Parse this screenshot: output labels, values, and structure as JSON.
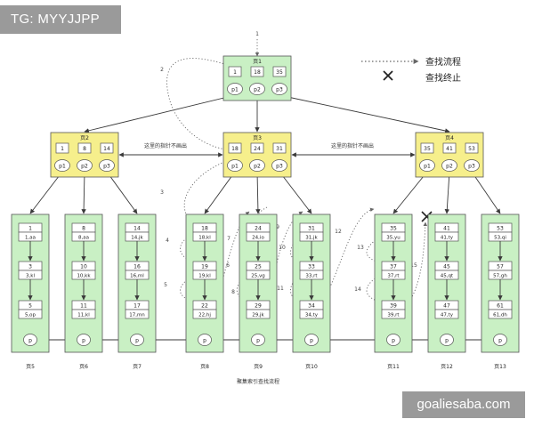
{
  "watermarks": {
    "top_left": "TG: MYYJJPP",
    "bottom_right": "goaliesaba.com"
  },
  "legend": {
    "search_flow": "查找流程",
    "search_stop": "查找终止"
  },
  "caption": "聚集索引查找流程",
  "annotations": {
    "left_pointer_note": "这里的指针不画出",
    "right_pointer_note": "这里的指针不画出"
  },
  "root": {
    "title": "页1",
    "keys": [
      "1",
      "18",
      "35"
    ],
    "pointers": [
      "p1",
      "p2",
      "p3"
    ]
  },
  "internal_pages": [
    {
      "title": "页2",
      "keys": [
        "1",
        "8",
        "14"
      ],
      "pointers": [
        "p1",
        "p2",
        "p3"
      ]
    },
    {
      "title": "页3",
      "keys": [
        "18",
        "24",
        "31"
      ],
      "pointers": [
        "p1",
        "p2",
        "p3"
      ]
    },
    {
      "title": "页4",
      "keys": [
        "35",
        "41",
        "53"
      ],
      "pointers": [
        "p1",
        "p2",
        "p3"
      ]
    }
  ],
  "leaf_pages": [
    {
      "label": "页5",
      "records": [
        [
          "1",
          "1,aa"
        ],
        [
          "3",
          "3,kl"
        ],
        [
          "5",
          "5,op"
        ]
      ],
      "pointer": "p"
    },
    {
      "label": "页6",
      "records": [
        [
          "8",
          "8,aa"
        ],
        [
          "10",
          "10,kk"
        ],
        [
          "11",
          "11,kl"
        ]
      ],
      "pointer": "p"
    },
    {
      "label": "页7",
      "records": [
        [
          "14",
          "14,jk"
        ],
        [
          "16",
          "16,ml"
        ],
        [
          "17",
          "17,mn"
        ]
      ],
      "pointer": "p"
    },
    {
      "label": "页8",
      "records": [
        [
          "18",
          "18,kl"
        ],
        [
          "19",
          "19,kl"
        ],
        [
          "22",
          "22,hj"
        ]
      ],
      "pointer": "p"
    },
    {
      "label": "页9",
      "records": [
        [
          "24",
          "24,io"
        ],
        [
          "25",
          "25,vg"
        ],
        [
          "29",
          "29,jk"
        ]
      ],
      "pointer": "p"
    },
    {
      "label": "页10",
      "records": [
        [
          "31",
          "31,jk"
        ],
        [
          "33",
          "33,rt"
        ],
        [
          "34",
          "34,ty"
        ]
      ],
      "pointer": "p"
    },
    {
      "label": "页11",
      "records": [
        [
          "35",
          "35,yu"
        ],
        [
          "37",
          "37,rt"
        ],
        [
          "39",
          "39,rt"
        ]
      ],
      "pointer": "p"
    },
    {
      "label": "页12",
      "records": [
        [
          "41",
          "41,ty"
        ],
        [
          "45",
          "45,qt"
        ],
        [
          "47",
          "47,ty"
        ]
      ],
      "pointer": "p"
    },
    {
      "label": "页13",
      "records": [
        [
          "53",
          "53,qi"
        ],
        [
          "57",
          "57,gh"
        ],
        [
          "61",
          "61,dh"
        ]
      ],
      "pointer": "p"
    }
  ],
  "flow_steps": [
    "1",
    "2",
    "3",
    "4",
    "5",
    "6",
    "7",
    "8",
    "9",
    "10",
    "11",
    "12",
    "13",
    "14",
    "15"
  ],
  "colors": {
    "internal_fill": "#f6ef8c",
    "leaf_fill": "#c9f0c4",
    "root_fill": "#c9f0c4",
    "border": "#555555",
    "arrow": "#3a3a3a",
    "flow": "#666666"
  }
}
